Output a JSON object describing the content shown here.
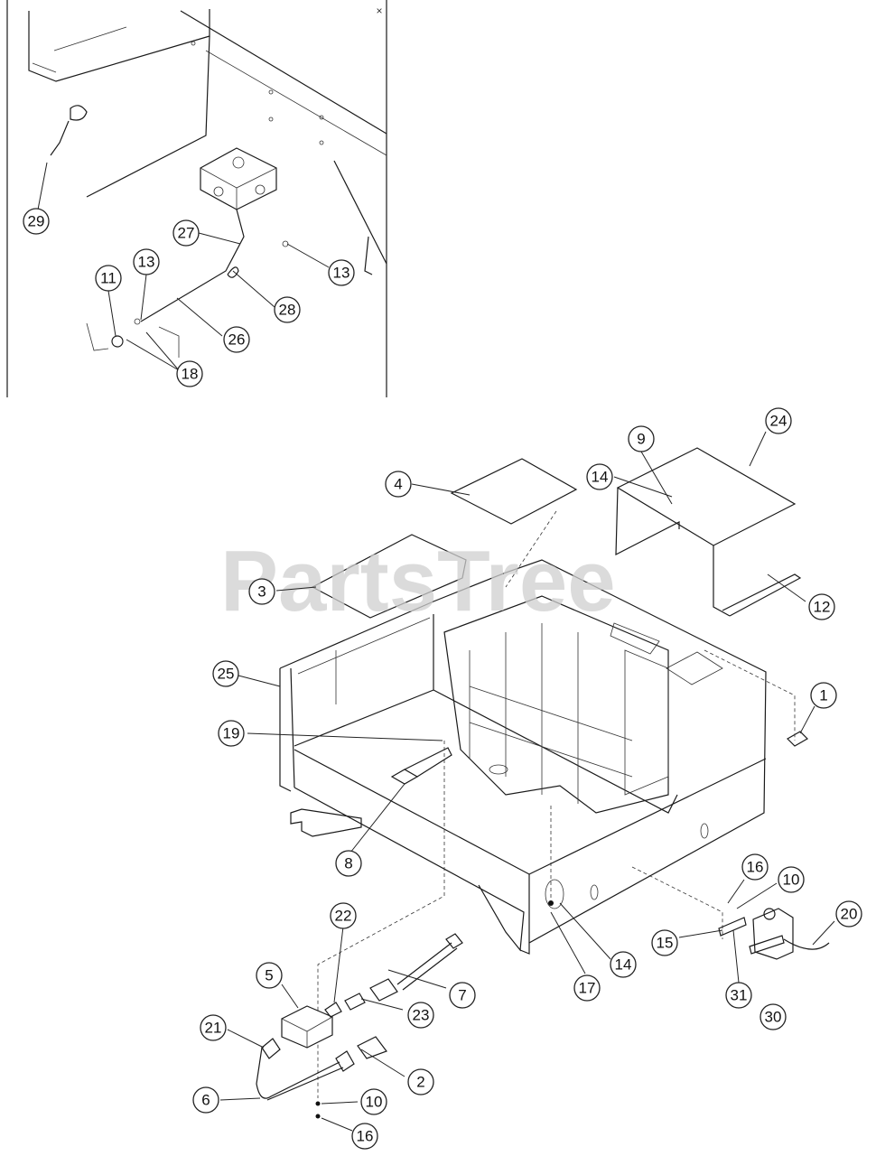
{
  "watermark": "PartsTree",
  "inset_corner_mark": "×",
  "callouts": [
    {
      "id": "c29",
      "label": "29"
    },
    {
      "id": "c27",
      "label": "27"
    },
    {
      "id": "c13a",
      "label": "13"
    },
    {
      "id": "c13b",
      "label": "13"
    },
    {
      "id": "c11",
      "label": "11"
    },
    {
      "id": "c28",
      "label": "28"
    },
    {
      "id": "c26",
      "label": "26"
    },
    {
      "id": "c18",
      "label": "18"
    },
    {
      "id": "c24",
      "label": "24"
    },
    {
      "id": "c9",
      "label": "9"
    },
    {
      "id": "c14a",
      "label": "14"
    },
    {
      "id": "c4",
      "label": "4"
    },
    {
      "id": "c3",
      "label": "3"
    },
    {
      "id": "c12",
      "label": "12"
    },
    {
      "id": "c25",
      "label": "25"
    },
    {
      "id": "c1",
      "label": "1"
    },
    {
      "id": "c19",
      "label": "19"
    },
    {
      "id": "c8",
      "label": "8"
    },
    {
      "id": "c16a",
      "label": "16"
    },
    {
      "id": "c10a",
      "label": "10"
    },
    {
      "id": "c20",
      "label": "20"
    },
    {
      "id": "c22",
      "label": "22"
    },
    {
      "id": "c15",
      "label": "15"
    },
    {
      "id": "c5",
      "label": "5"
    },
    {
      "id": "c7",
      "label": "7"
    },
    {
      "id": "c17",
      "label": "17"
    },
    {
      "id": "c14b",
      "label": "14"
    },
    {
      "id": "c31",
      "label": "31"
    },
    {
      "id": "c23",
      "label": "23"
    },
    {
      "id": "c30",
      "label": "30"
    },
    {
      "id": "c21",
      "label": "21"
    },
    {
      "id": "c2",
      "label": "2"
    },
    {
      "id": "c6",
      "label": "6"
    },
    {
      "id": "c10b",
      "label": "10"
    },
    {
      "id": "c16b",
      "label": "16"
    }
  ]
}
